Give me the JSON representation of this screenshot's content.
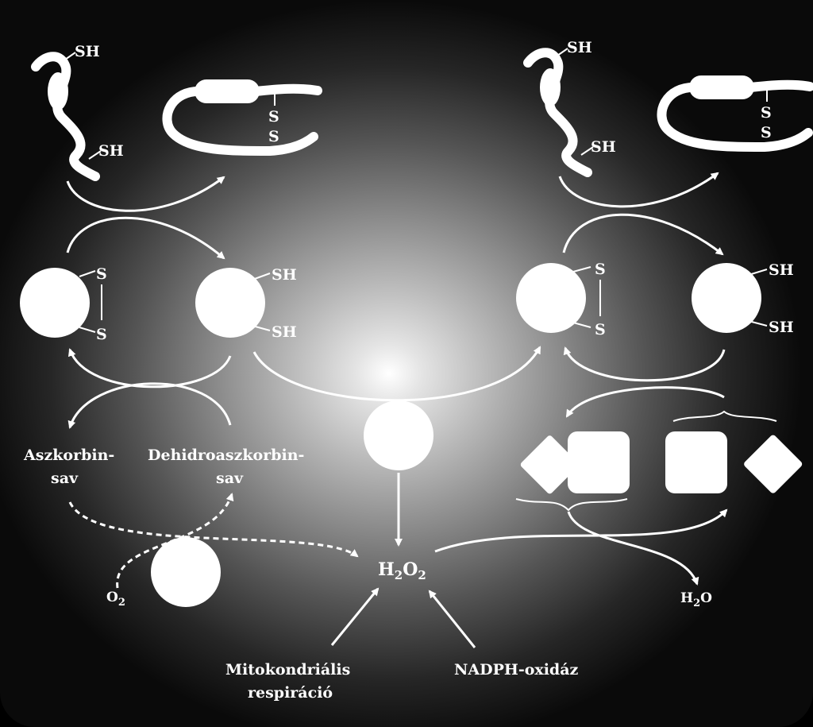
{
  "groups": {
    "sh": "SH",
    "s": "S"
  },
  "labels": {
    "ascorbic_line1": "Aszkorbin-",
    "ascorbic_line2": "sav",
    "dehydro_line1": "Dehidroaszkorbin-",
    "dehydro_line2": "sav",
    "h2o2_main": "H",
    "h2o2_sub1": "2",
    "h2o2_o": "O",
    "h2o2_sub2": "2",
    "o2_main": "O",
    "o2_sub": "2",
    "h2o_h": "H",
    "h2o_sub": "2",
    "h2o_o": "O",
    "mito_line1": "Mitokondriális",
    "mito_line2": "respiráció",
    "nadph": "NADPH-oxidáz"
  },
  "colors": {
    "foreground": "#ffffff",
    "background_center": "#ffffff",
    "background_edge": "#000000"
  }
}
